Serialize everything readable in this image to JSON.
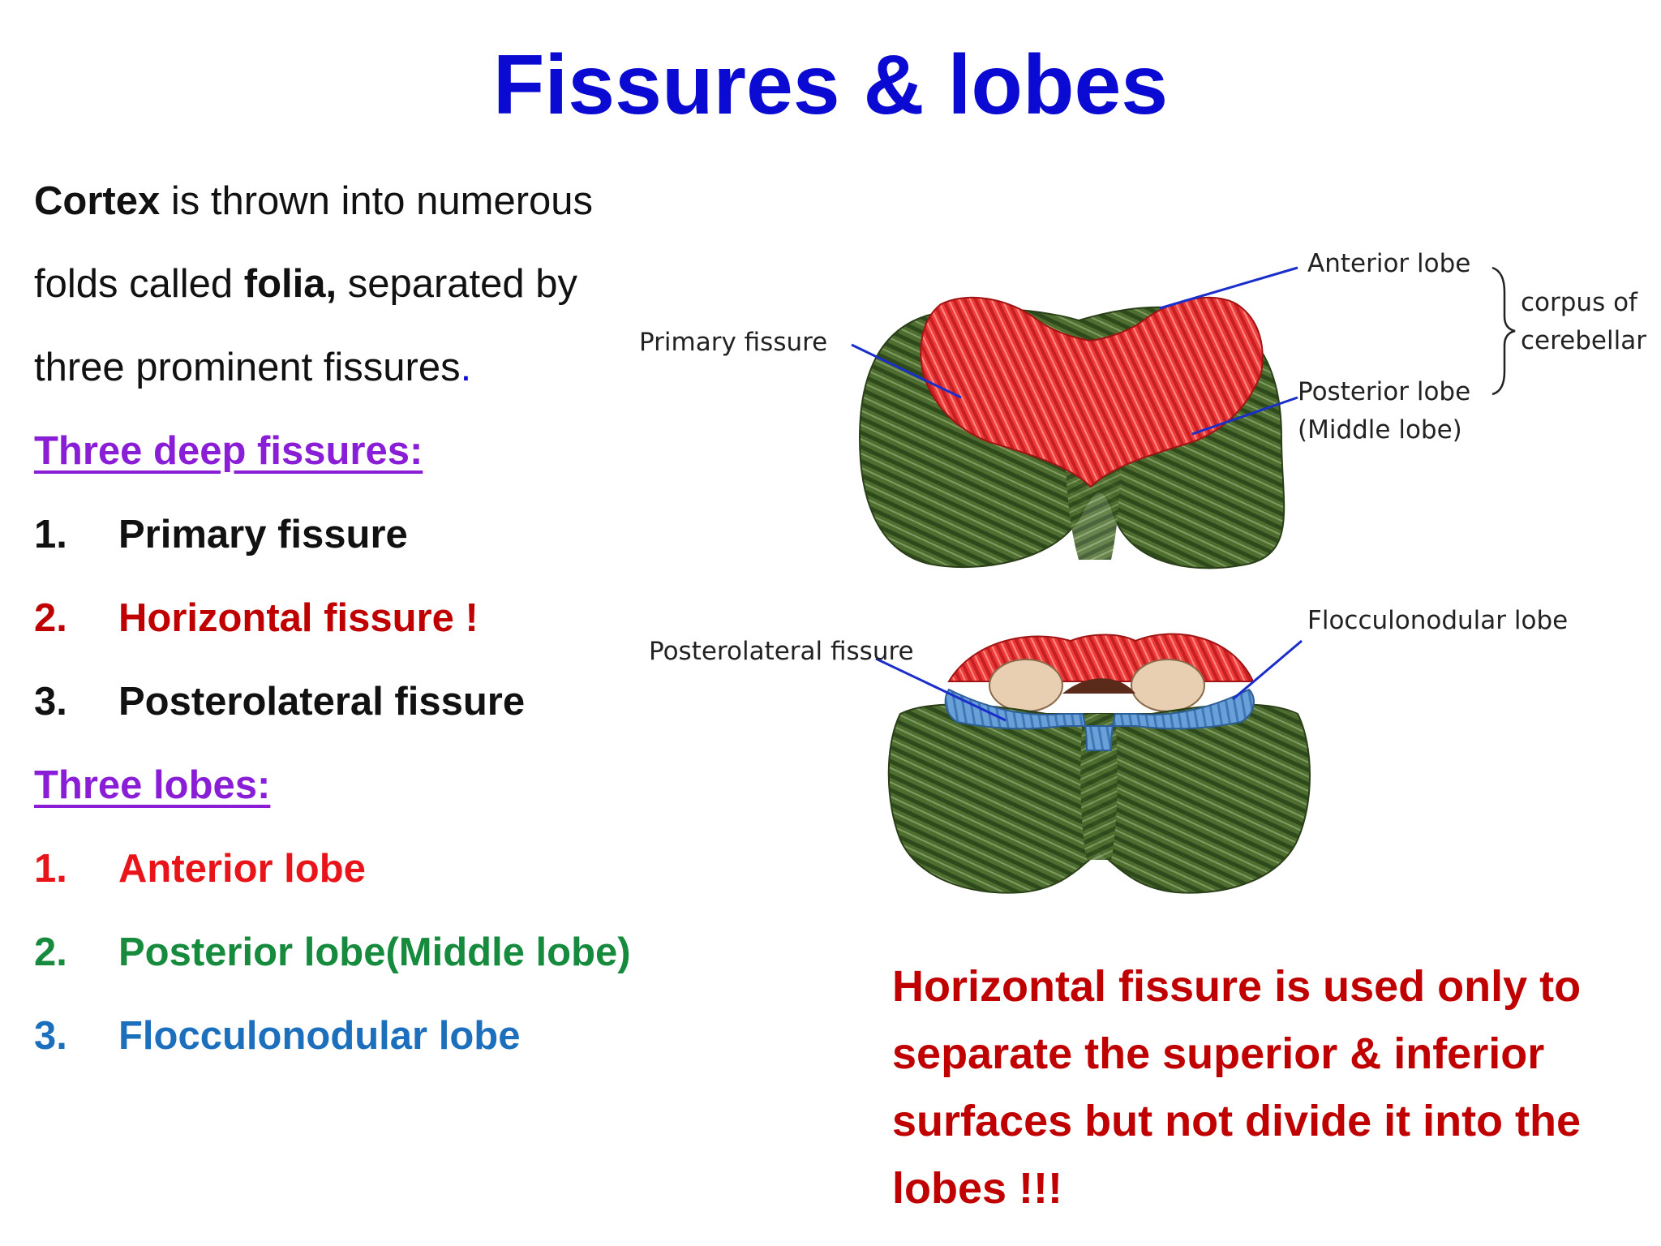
{
  "title": "Fissures & lobes",
  "intro": {
    "line1_bold": "Cortex",
    "line1_rest": " is thrown into numerous",
    "line2_pre": "folds called ",
    "line2_bold": "folia,",
    "line2_rest": " separated by",
    "line3": "three prominent fissures",
    "line3_dot": "."
  },
  "fissures": {
    "heading": "Three deep fissures:",
    "items": [
      {
        "num": "1.",
        "label": "Primary fissure"
      },
      {
        "num": "2.",
        "label": "Horizontal fissure !"
      },
      {
        "num": "3.",
        "label": "Posterolateral fissure"
      }
    ]
  },
  "lobes": {
    "heading": "Three lobes:",
    "items": [
      {
        "num": "1.",
        "label": "Anterior lobe"
      },
      {
        "num": "2.",
        "label": "Posterior lobe(Middle lobe)"
      },
      {
        "num": "3.",
        "label": "Flocculonodular lobe"
      }
    ]
  },
  "figure": {
    "top": {
      "primary_fissure": "Primary fissure",
      "anterior_lobe": "Anterior lobe",
      "corpus_line1": "corpus of",
      "corpus_line2": "cerebellar",
      "posterior_line1": "Posterior lobe",
      "posterior_line2": "(Middle lobe)"
    },
    "bottom": {
      "posterolateral_fissure": "Posterolateral fissure",
      "flocculonodular_lobe": "Flocculonodular lobe"
    }
  },
  "note": "Horizontal fissure is used only to separate the  superior & inferior surfaces  but not divide it into the lobes !!!",
  "colors": {
    "title": "#0a0ad2",
    "heading": "#8a1ed6",
    "red": "#c00000",
    "anterior": "#e8141a",
    "posterior": "#168a3d",
    "flocculonodular": "#1c6fbd",
    "leader_line": "#1a2fc9"
  }
}
